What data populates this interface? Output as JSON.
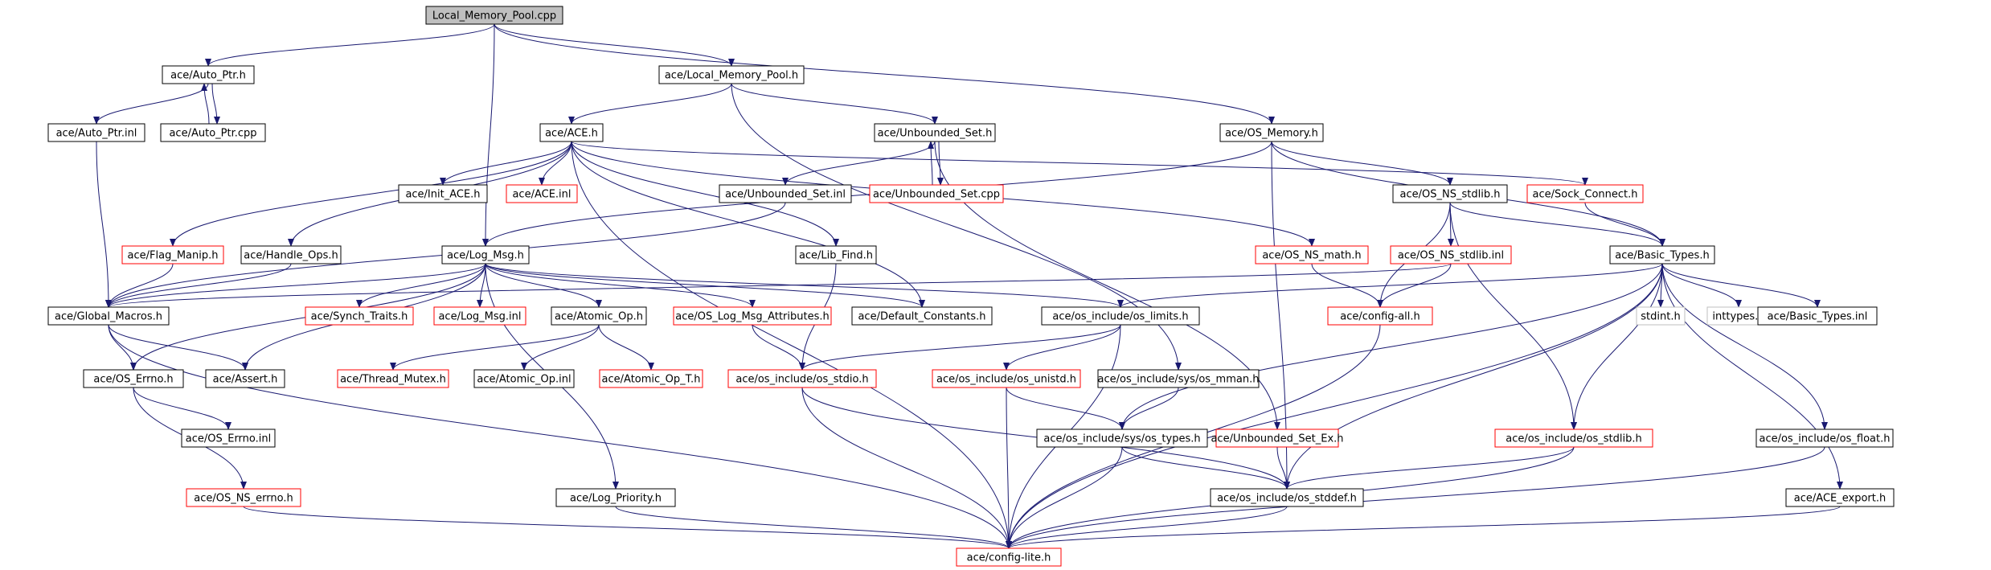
{
  "colors": {
    "edge": "#191970",
    "border_default": "#000000",
    "border_external": "#ff0000",
    "border_system": "#bfbfbf",
    "root_fill": "#bfbfbf",
    "fill": "#ffffff",
    "text": "#000000"
  },
  "nodes": [
    {
      "id": "lmp_cpp",
      "label": "Local_Memory_Pool.cpp",
      "style": "root"
    },
    {
      "id": "auto_ptr_h",
      "label": "ace/Auto_Ptr.h",
      "style": "default"
    },
    {
      "id": "auto_ptr_inl",
      "label": "ace/Auto_Ptr.inl",
      "style": "default"
    },
    {
      "id": "auto_ptr_cpp",
      "label": "ace/Auto_Ptr.cpp",
      "style": "default"
    },
    {
      "id": "lmp_h",
      "label": "ace/Local_Memory_Pool.h",
      "style": "default"
    },
    {
      "id": "ace_h",
      "label": "ace/ACE.h",
      "style": "default"
    },
    {
      "id": "ubset_h",
      "label": "ace/Unbounded_Set.h",
      "style": "default"
    },
    {
      "id": "osmem_h",
      "label": "ace/OS_Memory.h",
      "style": "default"
    },
    {
      "id": "init_ace",
      "label": "ace/Init_ACE.h",
      "style": "default"
    },
    {
      "id": "ace_inl",
      "label": "ace/ACE.inl",
      "style": "external"
    },
    {
      "id": "ubset_inl",
      "label": "ace/Unbounded_Set.inl",
      "style": "default"
    },
    {
      "id": "ubset_cpp",
      "label": "ace/Unbounded_Set.cpp",
      "style": "external"
    },
    {
      "id": "osns_stdlib_h",
      "label": "ace/OS_NS_stdlib.h",
      "style": "default"
    },
    {
      "id": "sock_connect",
      "label": "ace/Sock_Connect.h",
      "style": "external"
    },
    {
      "id": "flag_manip",
      "label": "ace/Flag_Manip.h",
      "style": "external"
    },
    {
      "id": "handle_ops",
      "label": "ace/Handle_Ops.h",
      "style": "default"
    },
    {
      "id": "log_msg",
      "label": "ace/Log_Msg.h",
      "style": "default"
    },
    {
      "id": "lib_find",
      "label": "ace/Lib_Find.h",
      "style": "default"
    },
    {
      "id": "osns_math",
      "label": "ace/OS_NS_math.h",
      "style": "external"
    },
    {
      "id": "osns_stdlib_inl",
      "label": "ace/OS_NS_stdlib.inl",
      "style": "external"
    },
    {
      "id": "basic_types",
      "label": "ace/Basic_Types.h",
      "style": "default"
    },
    {
      "id": "global_macros",
      "label": "ace/Global_Macros.h",
      "style": "default"
    },
    {
      "id": "synch_traits",
      "label": "ace/Synch_Traits.h",
      "style": "external"
    },
    {
      "id": "log_msg_inl",
      "label": "ace/Log_Msg.inl",
      "style": "external"
    },
    {
      "id": "atomic_op_h",
      "label": "ace/Atomic_Op.h",
      "style": "default"
    },
    {
      "id": "os_log_attr",
      "label": "ace/OS_Log_Msg_Attributes.h",
      "style": "external"
    },
    {
      "id": "default_const",
      "label": "ace/Default_Constants.h",
      "style": "default"
    },
    {
      "id": "os_limits",
      "label": "ace/os_include/os_limits.h",
      "style": "default"
    },
    {
      "id": "config_all",
      "label": "ace/config-all.h",
      "style": "external"
    },
    {
      "id": "stdint",
      "label": "stdint.h",
      "style": "system"
    },
    {
      "id": "inttypes",
      "label": "inttypes.h",
      "style": "system"
    },
    {
      "id": "basic_types_inl",
      "label": "ace/Basic_Types.inl",
      "style": "default"
    },
    {
      "id": "os_errno_h",
      "label": "ace/OS_Errno.h",
      "style": "default"
    },
    {
      "id": "assert_h",
      "label": "ace/Assert.h",
      "style": "default"
    },
    {
      "id": "thread_mutex",
      "label": "ace/Thread_Mutex.h",
      "style": "external"
    },
    {
      "id": "atomic_op_inl",
      "label": "ace/Atomic_Op.inl",
      "style": "default"
    },
    {
      "id": "atomic_op_t",
      "label": "ace/Atomic_Op_T.h",
      "style": "external"
    },
    {
      "id": "os_stdio",
      "label": "ace/os_include/os_stdio.h",
      "style": "external"
    },
    {
      "id": "os_unistd",
      "label": "ace/os_include/os_unistd.h",
      "style": "external"
    },
    {
      "id": "sys_mman",
      "label": "ace/os_include/sys/os_mman.h",
      "style": "default"
    },
    {
      "id": "os_errno_inl",
      "label": "ace/OS_Errno.inl",
      "style": "default"
    },
    {
      "id": "sys_types",
      "label": "ace/os_include/sys/os_types.h",
      "style": "default"
    },
    {
      "id": "ubset_ex",
      "label": "ace/Unbounded_Set_Ex.h",
      "style": "external"
    },
    {
      "id": "os_stdlib",
      "label": "ace/os_include/os_stdlib.h",
      "style": "external"
    },
    {
      "id": "os_float",
      "label": "ace/os_include/os_float.h",
      "style": "default"
    },
    {
      "id": "osns_errno",
      "label": "ace/OS_NS_errno.h",
      "style": "external"
    },
    {
      "id": "log_priority",
      "label": "ace/Log_Priority.h",
      "style": "default"
    },
    {
      "id": "os_stddef",
      "label": "ace/os_include/os_stddef.h",
      "style": "default"
    },
    {
      "id": "ace_export",
      "label": "ace/ACE_export.h",
      "style": "default"
    },
    {
      "id": "config_lite",
      "label": "ace/config-lite.h",
      "style": "external"
    }
  ],
  "edges": [
    [
      "lmp_cpp",
      "auto_ptr_h"
    ],
    [
      "lmp_cpp",
      "lmp_h"
    ],
    [
      "lmp_cpp",
      "osmem_h"
    ],
    [
      "lmp_cpp",
      "log_msg"
    ],
    [
      "auto_ptr_h",
      "auto_ptr_inl"
    ],
    [
      "auto_ptr_h",
      "auto_ptr_cpp"
    ],
    [
      "auto_ptr_cpp",
      "auto_ptr_h"
    ],
    [
      "auto_ptr_inl",
      "global_macros"
    ],
    [
      "lmp_h",
      "ace_h"
    ],
    [
      "lmp_h",
      "ubset_h"
    ],
    [
      "lmp_h",
      "sys_mman"
    ],
    [
      "ace_h",
      "init_ace"
    ],
    [
      "ace_h",
      "ace_inl"
    ],
    [
      "ace_h",
      "flag_manip"
    ],
    [
      "ace_h",
      "handle_ops"
    ],
    [
      "ace_h",
      "lib_find"
    ],
    [
      "ace_h",
      "osns_math"
    ],
    [
      "ace_h",
      "sock_connect"
    ],
    [
      "ace_h",
      "default_const"
    ],
    [
      "ace_h",
      "config_lite"
    ],
    [
      "ubset_h",
      "ubset_inl"
    ],
    [
      "ubset_h",
      "ubset_cpp"
    ],
    [
      "ubset_cpp",
      "ubset_h"
    ],
    [
      "ubset_h",
      "ubset_ex"
    ],
    [
      "ubset_inl",
      "global_macros"
    ],
    [
      "osmem_h",
      "osns_stdlib_h"
    ],
    [
      "osmem_h",
      "basic_types"
    ],
    [
      "osmem_h",
      "os_stddef"
    ],
    [
      "osmem_h",
      "log_msg"
    ],
    [
      "osns_stdlib_h",
      "osns_stdlib_inl"
    ],
    [
      "osns_stdlib_h",
      "basic_types"
    ],
    [
      "osns_stdlib_h",
      "os_stdlib"
    ],
    [
      "osns_stdlib_h",
      "config_all"
    ],
    [
      "sock_connect",
      "basic_types"
    ],
    [
      "flag_manip",
      "global_macros"
    ],
    [
      "handle_ops",
      "global_macros"
    ],
    [
      "log_msg",
      "global_macros"
    ],
    [
      "log_msg",
      "synch_traits"
    ],
    [
      "log_msg",
      "log_msg_inl"
    ],
    [
      "log_msg",
      "atomic_op_h"
    ],
    [
      "log_msg",
      "os_log_attr"
    ],
    [
      "log_msg",
      "default_const"
    ],
    [
      "log_msg",
      "os_limits"
    ],
    [
      "log_msg",
      "assert_h"
    ],
    [
      "log_msg",
      "os_errno_h"
    ],
    [
      "log_msg",
      "log_priority"
    ],
    [
      "lib_find",
      "os_stdio"
    ],
    [
      "osns_math",
      "config_all"
    ],
    [
      "osns_stdlib_inl",
      "config_all"
    ],
    [
      "osns_stdlib_inl",
      "global_macros"
    ],
    [
      "basic_types",
      "stdint"
    ],
    [
      "basic_types",
      "inttypes"
    ],
    [
      "basic_types",
      "basic_types_inl"
    ],
    [
      "basic_types",
      "os_limits"
    ],
    [
      "basic_types",
      "sys_types"
    ],
    [
      "basic_types",
      "os_stdlib"
    ],
    [
      "basic_types",
      "os_float"
    ],
    [
      "basic_types",
      "ace_export"
    ],
    [
      "basic_types",
      "os_stddef"
    ],
    [
      "basic_types",
      "config_lite"
    ],
    [
      "global_macros",
      "os_errno_h"
    ],
    [
      "global_macros",
      "assert_h"
    ],
    [
      "global_macros",
      "config_lite"
    ],
    [
      "atomic_op_h",
      "thread_mutex"
    ],
    [
      "atomic_op_h",
      "atomic_op_inl"
    ],
    [
      "atomic_op_h",
      "atomic_op_t"
    ],
    [
      "os_log_attr",
      "os_stdio"
    ],
    [
      "os_limits",
      "os_stdio"
    ],
    [
      "os_limits",
      "os_unistd"
    ],
    [
      "os_limits",
      "config_lite"
    ],
    [
      "config_all",
      "config_lite"
    ],
    [
      "os_errno_h",
      "os_errno_inl"
    ],
    [
      "os_errno_h",
      "osns_errno"
    ],
    [
      "os_stdio",
      "os_stddef"
    ],
    [
      "os_stdio",
      "config_lite"
    ],
    [
      "os_unistd",
      "sys_types"
    ],
    [
      "os_unistd",
      "config_lite"
    ],
    [
      "sys_mman",
      "sys_types"
    ],
    [
      "sys_types",
      "os_stddef"
    ],
    [
      "sys_types",
      "config_lite"
    ],
    [
      "ubset_ex",
      "os_stddef"
    ],
    [
      "os_stdlib",
      "os_stddef"
    ],
    [
      "os_stdlib",
      "config_lite"
    ],
    [
      "os_float",
      "config_lite"
    ],
    [
      "osns_errno",
      "config_lite"
    ],
    [
      "log_priority",
      "config_lite"
    ],
    [
      "os_stddef",
      "config_lite"
    ],
    [
      "ace_export",
      "config_lite"
    ]
  ]
}
